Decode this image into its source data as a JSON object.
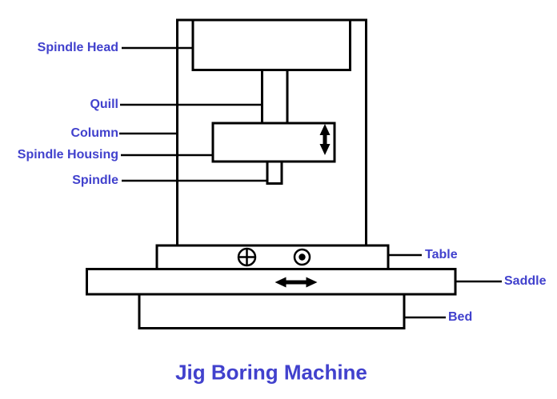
{
  "title": "Jig Boring Machine",
  "part_labels": {
    "spindle_head": "Spindle Head",
    "quill": "Quill",
    "column": "Column",
    "spindle_housing": "Spindle Housing",
    "spindle": "Spindle",
    "table": "Table",
    "saddle": "Saddle",
    "bed": "Bed"
  },
  "colors": {
    "label_blue": "#4141CD",
    "line_black": "#000000",
    "background": "#FFFFFF"
  },
  "icons": {
    "cross_circle_icon": "circle with crosshair mark on table",
    "dot_circle_icon": "circle with center dot mark on table",
    "vertical_arrow_icon": "up-down movement double arrow in spindle housing",
    "horizontal_arrow_icon": "left-right movement double arrow on saddle"
  }
}
